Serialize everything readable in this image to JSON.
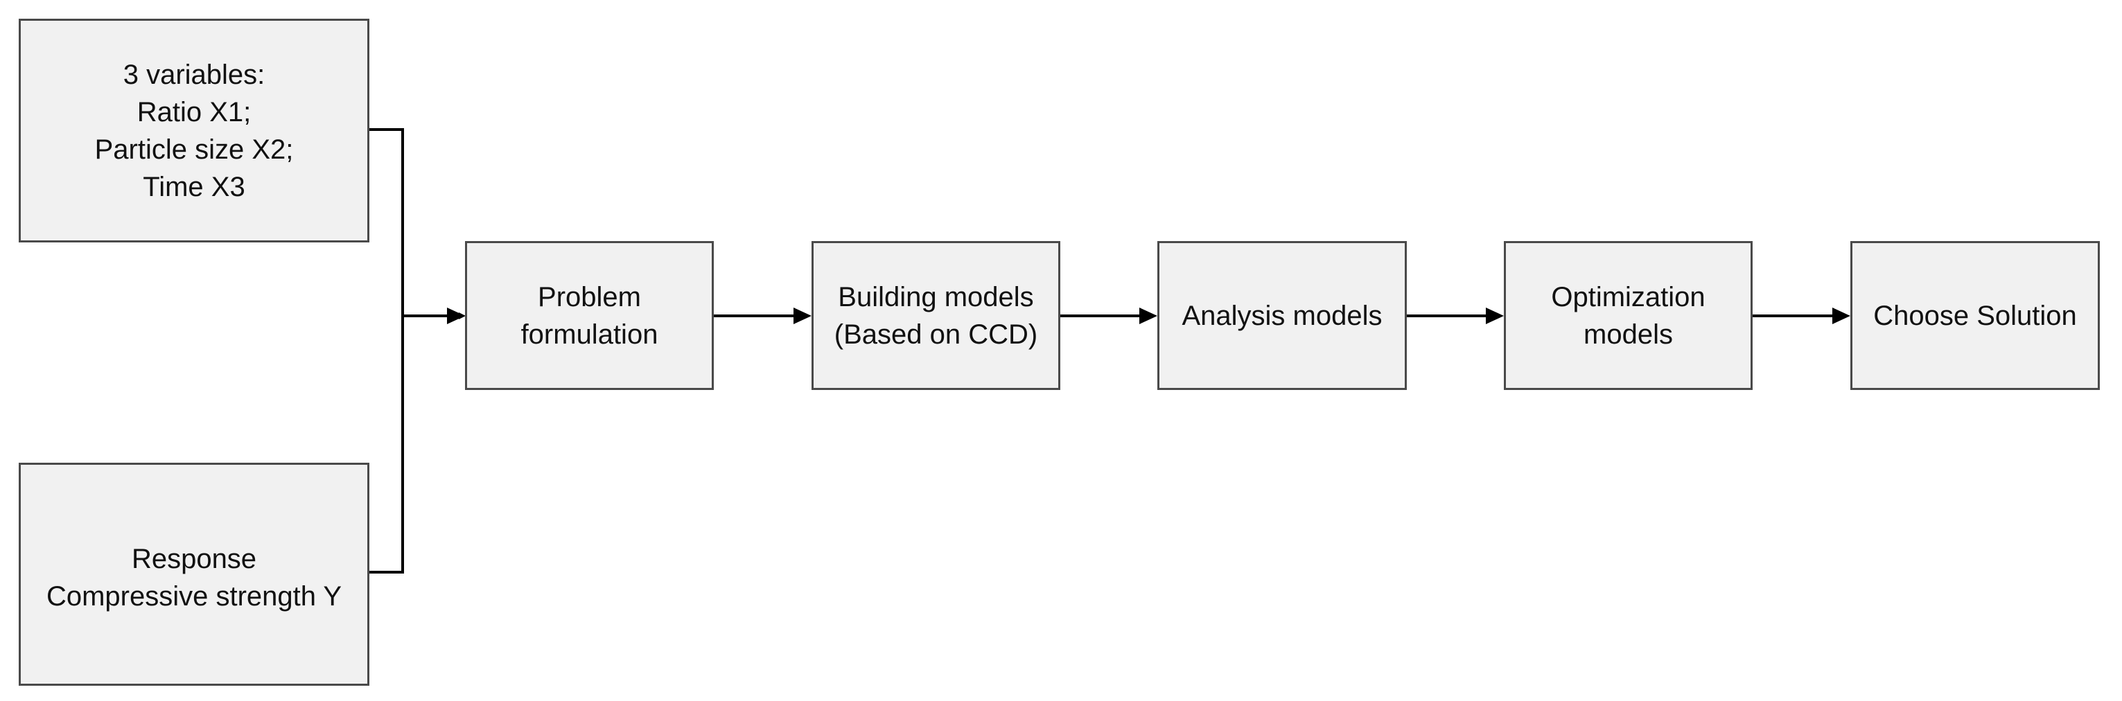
{
  "inputs": {
    "variables": {
      "lines": [
        "3 variables:",
        "Ratio X1;",
        "Particle size X2;",
        "Time X3"
      ]
    },
    "response": {
      "lines": [
        "Response",
        "Compressive strength Y"
      ]
    }
  },
  "steps": [
    {
      "lines": [
        "Problem",
        "formulation"
      ]
    },
    {
      "lines": [
        "Building models",
        "(Based on CCD)"
      ]
    },
    {
      "lines": [
        "Analysis models"
      ]
    },
    {
      "lines": [
        "Optimization",
        "models"
      ]
    },
    {
      "lines": [
        "Choose Solution"
      ]
    }
  ],
  "colors": {
    "box_fill": "#f1f1f1",
    "box_border": "#4a4a4a",
    "connector": "#000000",
    "text": "#111111"
  }
}
